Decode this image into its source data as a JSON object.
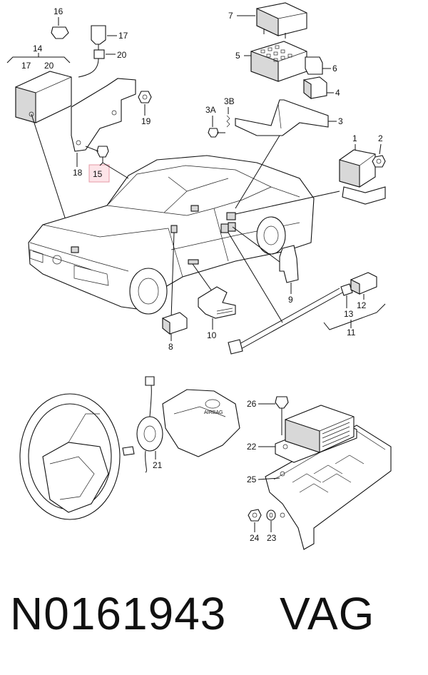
{
  "diagram": {
    "callouts": {
      "c1": "1",
      "c2": "2",
      "c3": "3",
      "c3a": "3A",
      "c3b": "3B",
      "c4": "4",
      "c5": "5",
      "c6": "6",
      "c7": "7",
      "c8": "8",
      "c9": "9",
      "c10": "10",
      "c11": "11",
      "c12": "12",
      "c13": "13",
      "c14": "14",
      "c15": "15",
      "c16": "16",
      "c17a": "17",
      "c17b": "17",
      "c18": "18",
      "c19": "19",
      "c20a": "20",
      "c20b": "20",
      "c21": "21",
      "c22": "22",
      "c23": "23",
      "c24": "24",
      "c25": "25",
      "c26": "26"
    },
    "emblem_text": "AIRBAG",
    "highlight_color": "#fde4e8"
  },
  "footer": {
    "part_number": "N0161943",
    "brand": "VAG"
  }
}
